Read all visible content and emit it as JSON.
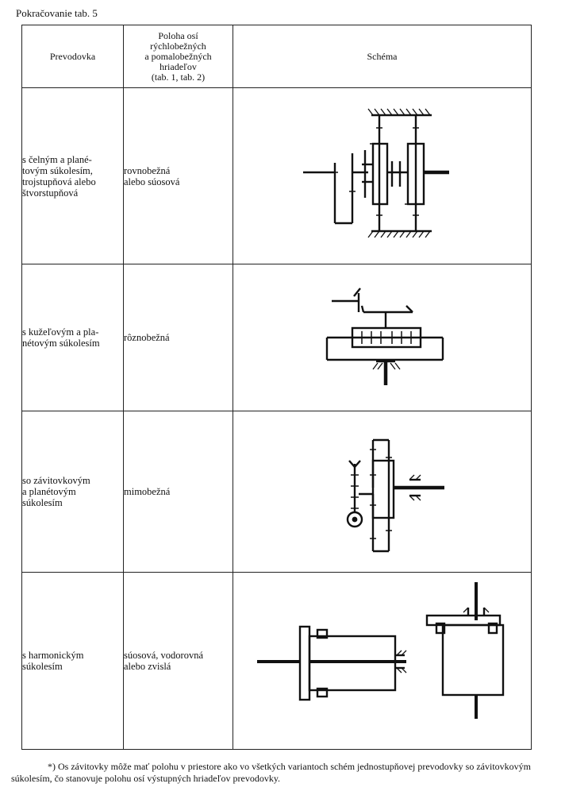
{
  "caption": "Pokračovanie tab. 5",
  "table": {
    "headers": {
      "col1": "Prevodovka",
      "col2": "Poloha osí\nrýchlobežných\na pomalobežných\nhriadeľov\n(tab. 1, tab. 2)",
      "col3": "Schéma"
    },
    "rows": [
      {
        "type": "s čelným a plané-\ntovým súkolesím,\ntrojstupňová alebo\nštvorstupňová",
        "position": "rovnobežná\nalebo súosová"
      },
      {
        "type": "s kužeľovým a pla-\nnétovým súkolesím",
        "position": "rôznobežná"
      },
      {
        "type": "so závitovkovým\na planétovým\nsúkolesím",
        "position": "mimobežná"
      },
      {
        "type": "s harmonickým\nsúkolesím",
        "position": "súosová, vodorovná\nalebo zvislá"
      }
    ]
  },
  "footnote": "*) Os závitovky môže mať polohu v priestore ako vo všetkých variantoch schém jednostupňovej prevodovky so závitovkovým súkolesím, čo stanovuje polohu osí výstupných hriadeľov prevodovky."
}
